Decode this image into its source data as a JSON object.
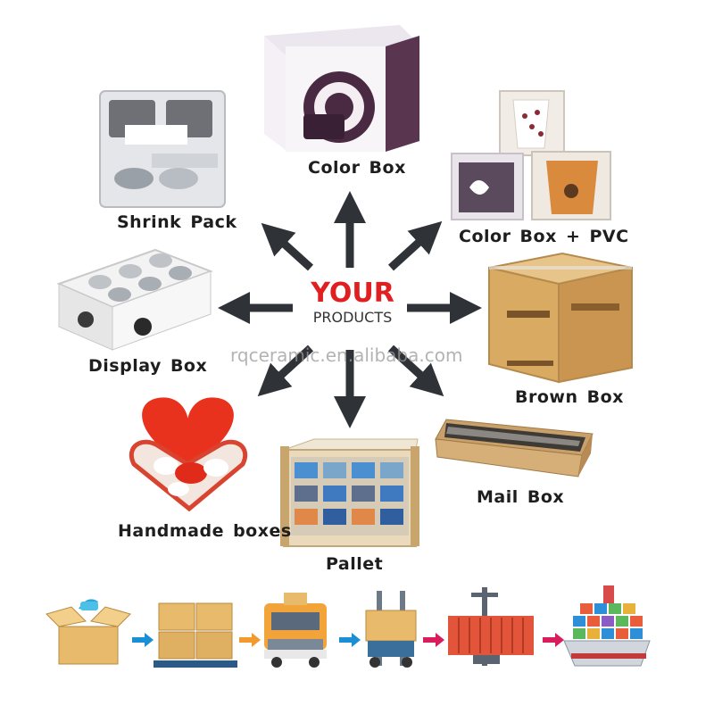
{
  "center": {
    "line1": "YOUR",
    "line2": "PRODUCTS"
  },
  "watermark": "rqceramic.en.alibaba.com",
  "packaging": [
    {
      "id": "color-box",
      "label": "Color Box"
    },
    {
      "id": "shrink-pack",
      "label": "Shrink Pack"
    },
    {
      "id": "color-box-pvc",
      "label": "Color Box + PVC"
    },
    {
      "id": "display-box",
      "label": "Display Box"
    },
    {
      "id": "brown-box",
      "label": "Brown Box"
    },
    {
      "id": "handmade-boxes",
      "label": "Handmade boxes"
    },
    {
      "id": "mail-box",
      "label": "Mail Box"
    },
    {
      "id": "pallet",
      "label": "Pallet"
    }
  ],
  "colors": {
    "accent": "#e02020",
    "arrow": "#2f3338",
    "flow_arrow": "#1a8fd6",
    "flow_arrow_red": "#d91c5c",
    "cardboard": "#d9a95e"
  },
  "icons": [
    "open-box-icon",
    "stacked-boxes-icon",
    "truck-icon",
    "forklift-icon",
    "container-crane-icon",
    "cargo-ship-icon"
  ]
}
